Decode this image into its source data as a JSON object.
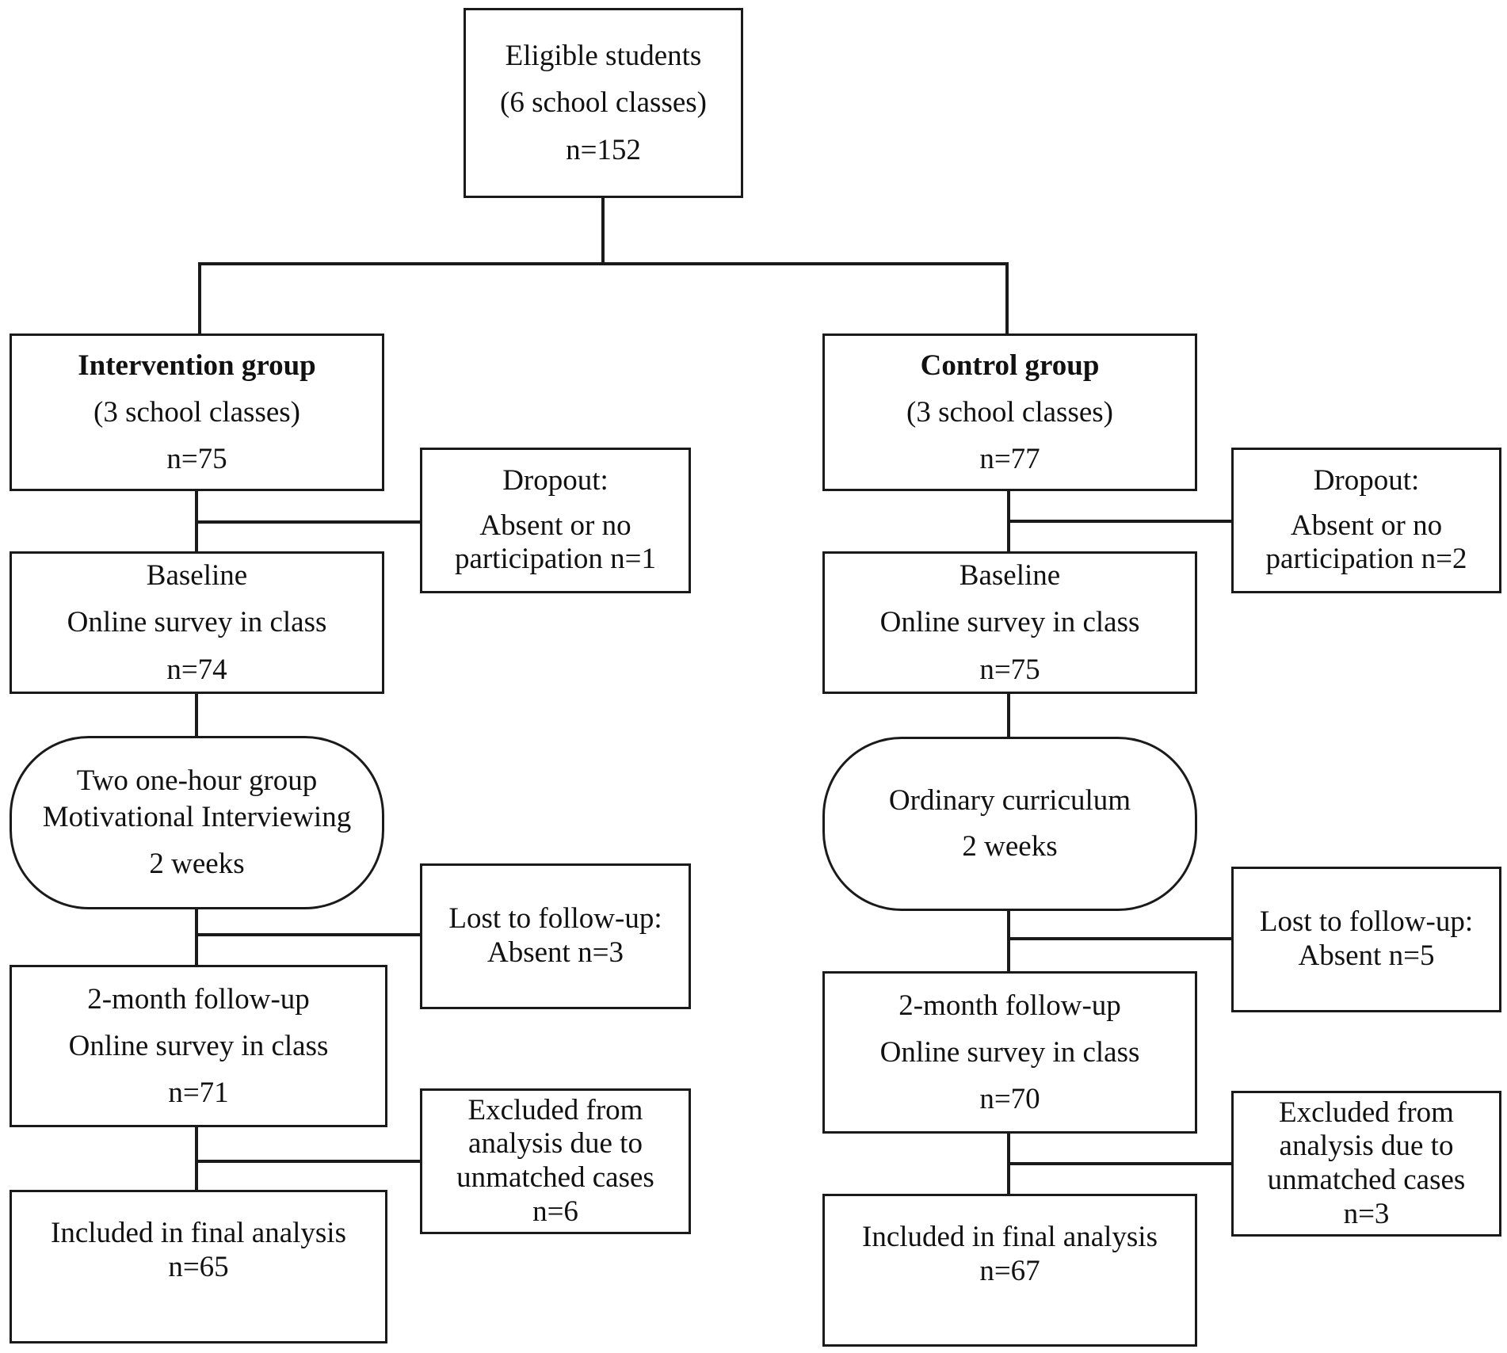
{
  "eligible": {
    "line1": "Eligible students",
    "line2": "(6 school classes)",
    "line3": "n=152"
  },
  "intervention": {
    "group": {
      "title": "Intervention group",
      "classes": "(3 school classes)",
      "n": "n=75"
    },
    "dropout": {
      "line1": "Dropout:",
      "line2": "Absent or no",
      "line3": "participation n=1"
    },
    "baseline": {
      "line1": "Baseline",
      "line2": "Online survey in class",
      "line3": "n=74"
    },
    "treatment": {
      "line1": "Two one-hour group",
      "line2": "Motivational Interviewing",
      "line3": "2 weeks"
    },
    "lost": {
      "line1": "Lost to follow-up:",
      "line2": "Absent n=3"
    },
    "followup": {
      "line1": "2-month follow-up",
      "line2": "Online survey in class",
      "line3": "n=71"
    },
    "excluded": {
      "line1": "Excluded from",
      "line2": "analysis due to",
      "line3": "unmatched cases",
      "line4": "n=6"
    },
    "final": {
      "line1": "Included in final analysis",
      "line2": "n=65"
    }
  },
  "control": {
    "group": {
      "title": "Control group",
      "classes": "(3 school classes)",
      "n": "n=77"
    },
    "dropout": {
      "line1": "Dropout:",
      "line2": "Absent or no",
      "line3": "participation n=2"
    },
    "baseline": {
      "line1": "Baseline",
      "line2": "Online survey in class",
      "line3": "n=75"
    },
    "treatment": {
      "line1": "Ordinary curriculum",
      "line2": "2 weeks"
    },
    "lost": {
      "line1": "Lost to follow-up:",
      "line2": "Absent n=5"
    },
    "followup": {
      "line1": "2-month follow-up",
      "line2": "Online survey in class",
      "line3": "n=70"
    },
    "excluded": {
      "line1": "Excluded from",
      "line2": "analysis due to",
      "line3": "unmatched cases",
      "line4": "n=3"
    },
    "final": {
      "line1": "Included in final analysis",
      "line2": "n=67"
    }
  }
}
